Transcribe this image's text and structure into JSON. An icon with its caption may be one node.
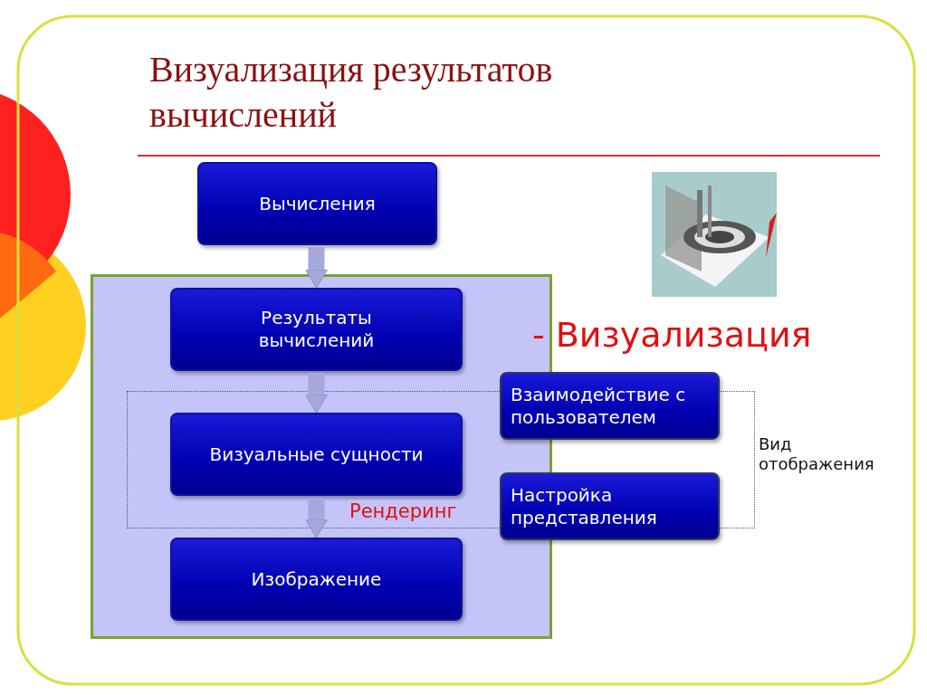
{
  "diagram": {
    "title": "Визуализация результатов вычислений",
    "nodes": [
      {
        "text": [
          "Вычисления"
        ]
      },
      {
        "text": [],
        "shape": "box"
      },
      {
        "text": [
          "Результаты вычислений"
        ],
        "in": 1
      },
      {
        "text": [
          "Визуальные сущности"
        ],
        "in": 1
      },
      {
        "text": [
          "Изображение"
        ],
        "in": 1
      },
      {
        "text": [
          "Взаимодействие с пользователем"
        ]
      },
      {
        "text": [
          "Настройка представления"
        ]
      }
    ],
    "edges": [
      {
        "from": 0,
        "to": 2,
        "arrow": "to"
      },
      {
        "from": 2,
        "to": 3,
        "arrow": "to"
      },
      {
        "from": 3,
        "to": 4,
        "arrow": "to",
        "label": "Рендеринг"
      }
    ],
    "labels": [
      "- Визуализация",
      "Вид отображения"
    ]
  }
}
